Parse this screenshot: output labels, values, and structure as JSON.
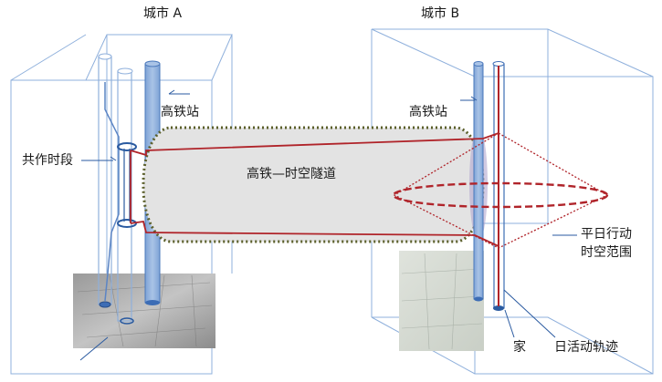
{
  "labels": {
    "city_a": "城市 A",
    "city_b": "城市 B",
    "hsr_station_a": "高铁站",
    "hsr_station_b": "高铁站",
    "shared_period": "共作时段",
    "tunnel": "高铁—时空隧道",
    "daily_range_line1": "平日行动",
    "daily_range_line2": "时空范围",
    "home": "家",
    "daily_trajectory": "日活动轨迹"
  },
  "colors": {
    "box_edge": "#8fb0dc",
    "pillar": "#8fb0dc",
    "pillar_dark": "#3d6db5",
    "trajectory": "#b0242a",
    "tunnel_fill": "#e3e3e3",
    "tunnel_border": "#5b5f2a"
  }
}
